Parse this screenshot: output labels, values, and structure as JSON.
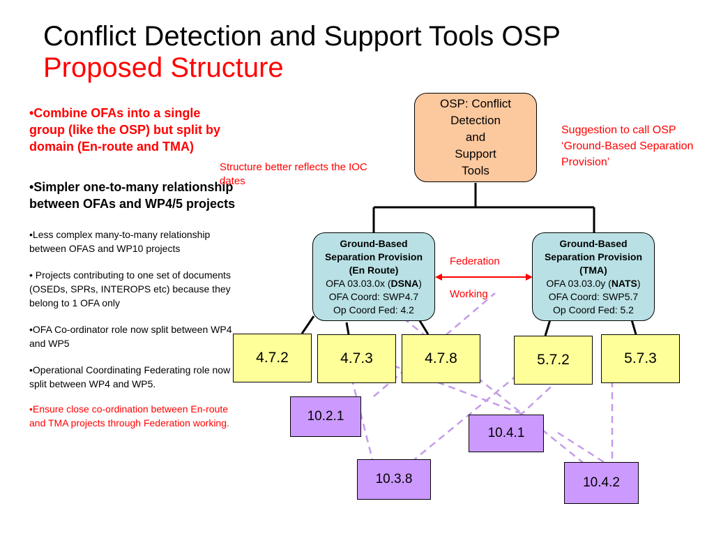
{
  "title": {
    "line1": "Conflict Detection and Support Tools OSP",
    "line2": "Proposed Structure"
  },
  "bullets": [
    "•Combine OFAs into a single group (like the OSP) but split by domain (En-route and TMA)",
    "•Simpler one-to-many relationship between OFAs and WP4/5 projects",
    "•Less complex many-to-many relationship between OFAS and WP10 projects",
    "• Projects contributing to one set of documents (OSEDs, SPRs, INTEROPS etc) because they belong to 1 OFA only",
    "•OFA Co-ordinator role now split between WP4 and WP5",
    "•Operational Coordinating Federating role now split between WP4 and WP5.",
    "•Ensure close co-ordination between En-route and TMA projects through Federation working."
  ],
  "notes": {
    "structure": "Structure better reflects the IOC dates",
    "suggestion": "Suggestion to call OSP ‘Ground-Based Separation Provision’",
    "federation": "Federation",
    "working": "Working"
  },
  "root": {
    "lines": [
      "OSP: Conflict",
      "Detection",
      "and",
      "Support",
      "Tools"
    ]
  },
  "ofa_enroute": {
    "h1": "Ground-Based",
    "h2": "Separation Provision",
    "h3": "(En Route)",
    "ofa_prefix": "OFA 03.03.0x (",
    "ofa_bold": "DSNA",
    "ofa_suffix": ")",
    "coord": "OFA Coord: SWP4.7",
    "fed": "Op Coord Fed: 4.2"
  },
  "ofa_tma": {
    "h1": "Ground-Based",
    "h2": "Separation Provision",
    "h3": "(TMA)",
    "ofa_prefix": "OFA 03.03.0y (",
    "ofa_bold": "NATS",
    "ofa_suffix": ")",
    "coord": "OFA Coord: SWP5.7",
    "fed": "Op Coord Fed: 5.2"
  },
  "projects": {
    "p472": "4.7.2",
    "p473": "4.7.3",
    "p478": "4.7.8",
    "p572": "5.7.2",
    "p573": "5.7.3",
    "p1021": "10.2.1",
    "p1041": "10.4.1",
    "p1038": "10.3.8",
    "p1042": "10.4.2"
  },
  "colors": {
    "title_red": "#ff0000",
    "root_fill": "#fcc89e",
    "ofa_fill": "#b9e1e5",
    "wp_fill": "#ffff99",
    "wp10_fill": "#cc99ff",
    "dashed_link": "#c39be8"
  }
}
